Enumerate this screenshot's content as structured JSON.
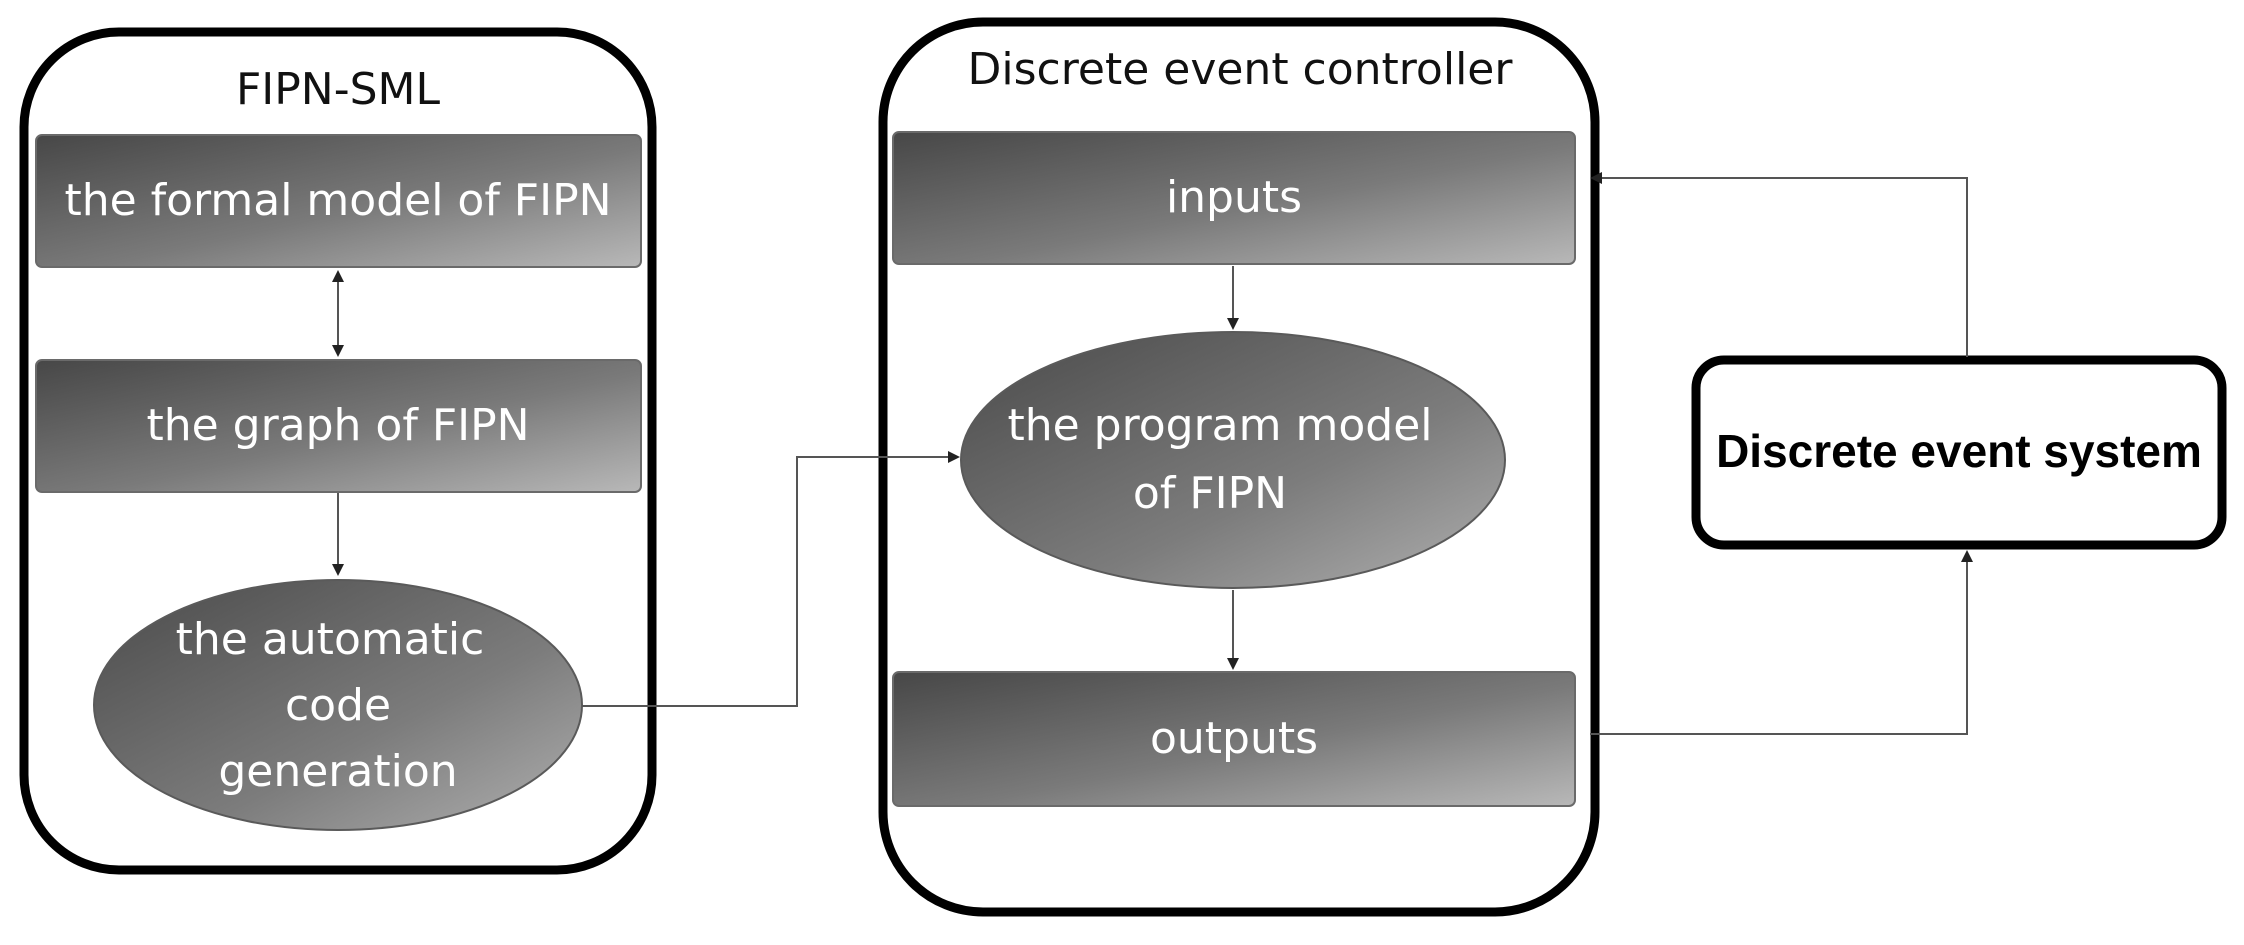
{
  "fipn_sml": {
    "title": "FIPN-SML",
    "formal_model": "the formal model of FIPN",
    "graph": "the graph of FIPN",
    "codegen_lines": [
      "the automatic",
      "code",
      "generation"
    ]
  },
  "controller": {
    "title": "Discrete event controller",
    "inputs": "inputs",
    "program_model_lines": [
      "the program model",
      "of FIPN"
    ],
    "outputs": "outputs"
  },
  "system": {
    "label": "Discrete event system"
  },
  "colors": {
    "block_dark": "#4a4a4a",
    "block_light": "#b4b4b4",
    "frame": "#000000",
    "connector": "#555555"
  }
}
